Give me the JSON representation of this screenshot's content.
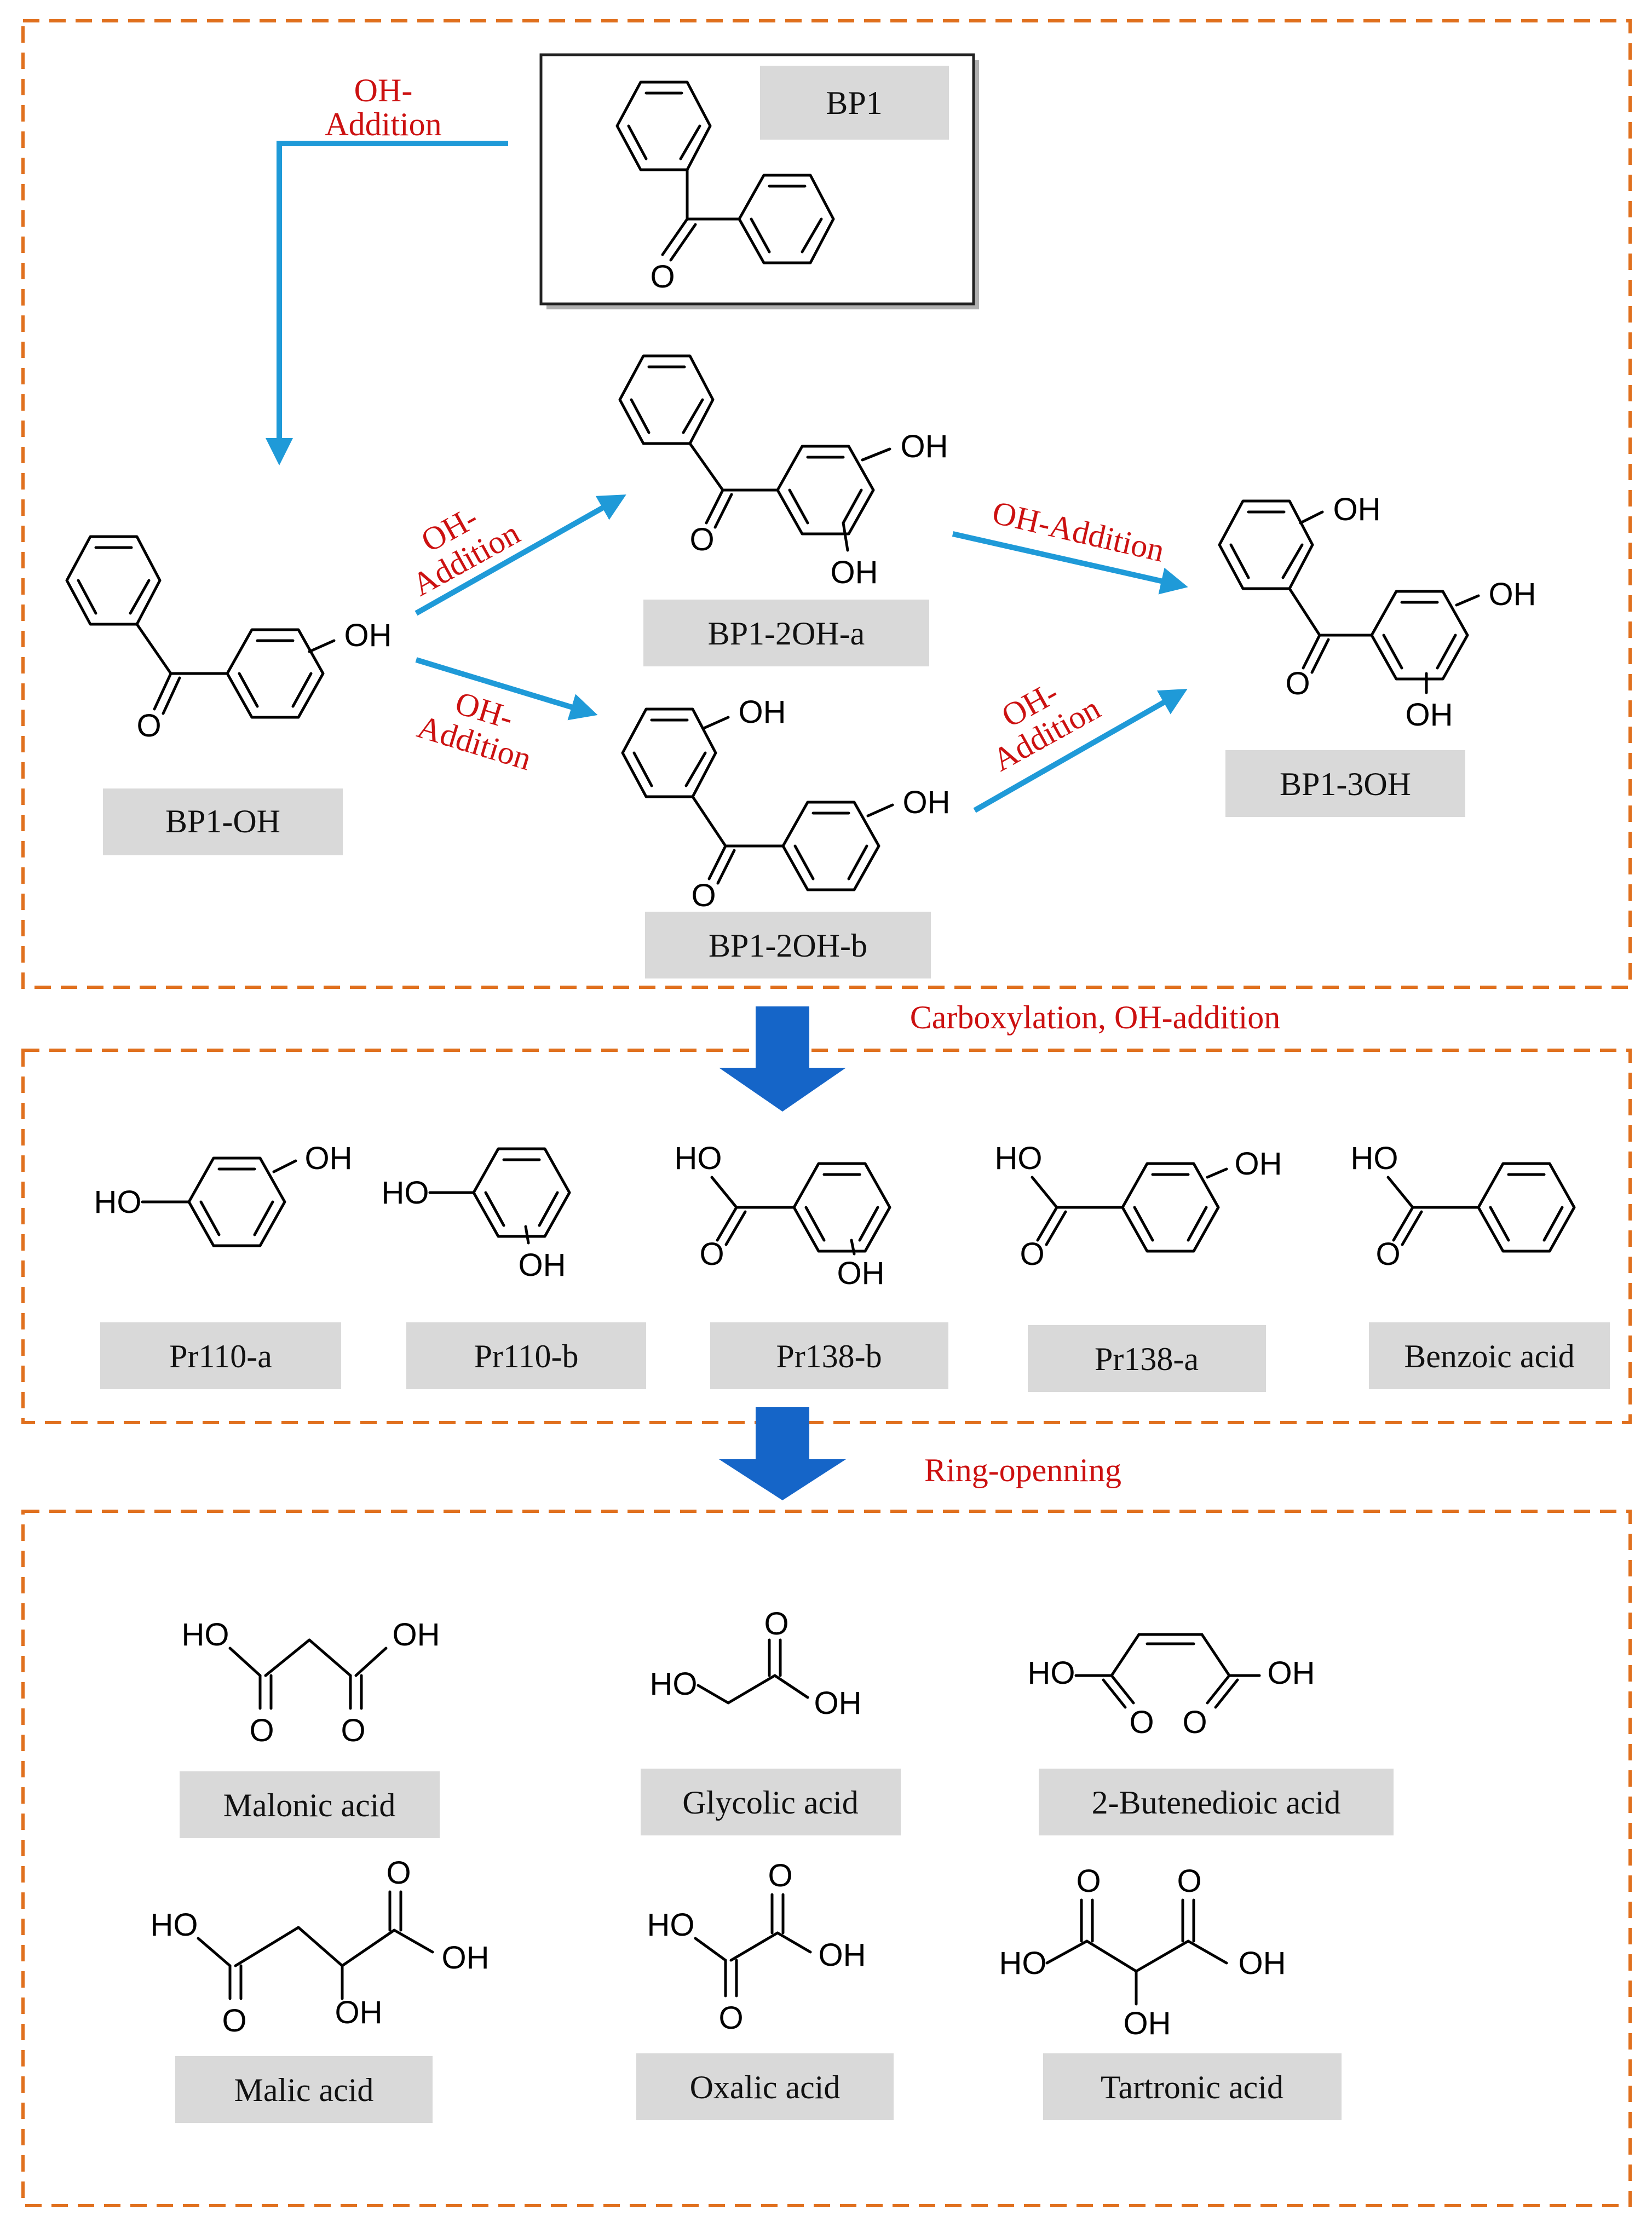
{
  "colors": {
    "frame": "#e0701e",
    "arrow": "#1f9ad8",
    "block_arrow": "#1565c8",
    "annotation": "#cc1111",
    "label_bg": "#d9d9d9"
  },
  "stage1": {
    "oh_addition_start": "OH-\nAddition",
    "oh_addition_upper": "OH-\nAddition",
    "oh_addition_lower": "OH-\nAddition",
    "oh_addition_right_upper": "OH-Addition",
    "oh_addition_right_lower": "OH-\nAddition",
    "compounds": [
      "BP1",
      "BP1-OH",
      "BP1-2OH-a",
      "BP1-2OH-b",
      "BP1-3OH"
    ]
  },
  "step_labels": {
    "step1": "Carboxylation, OH-addition",
    "step2": "Ring-openning"
  },
  "stage2": {
    "compounds": [
      "Pr110-a",
      "Pr110-b",
      "Pr138-b",
      "Pr138-a",
      "Benzoic acid"
    ]
  },
  "stage3": {
    "compounds": [
      "Malonic acid",
      "Glycolic acid",
      "2-Butenedioic acid",
      "Malic acid",
      "Oxalic acid",
      "Tartronic acid"
    ]
  },
  "atoms": {
    "hydroxyl": "OH",
    "hydroxyl_left": "HO",
    "oxygen": "O"
  }
}
